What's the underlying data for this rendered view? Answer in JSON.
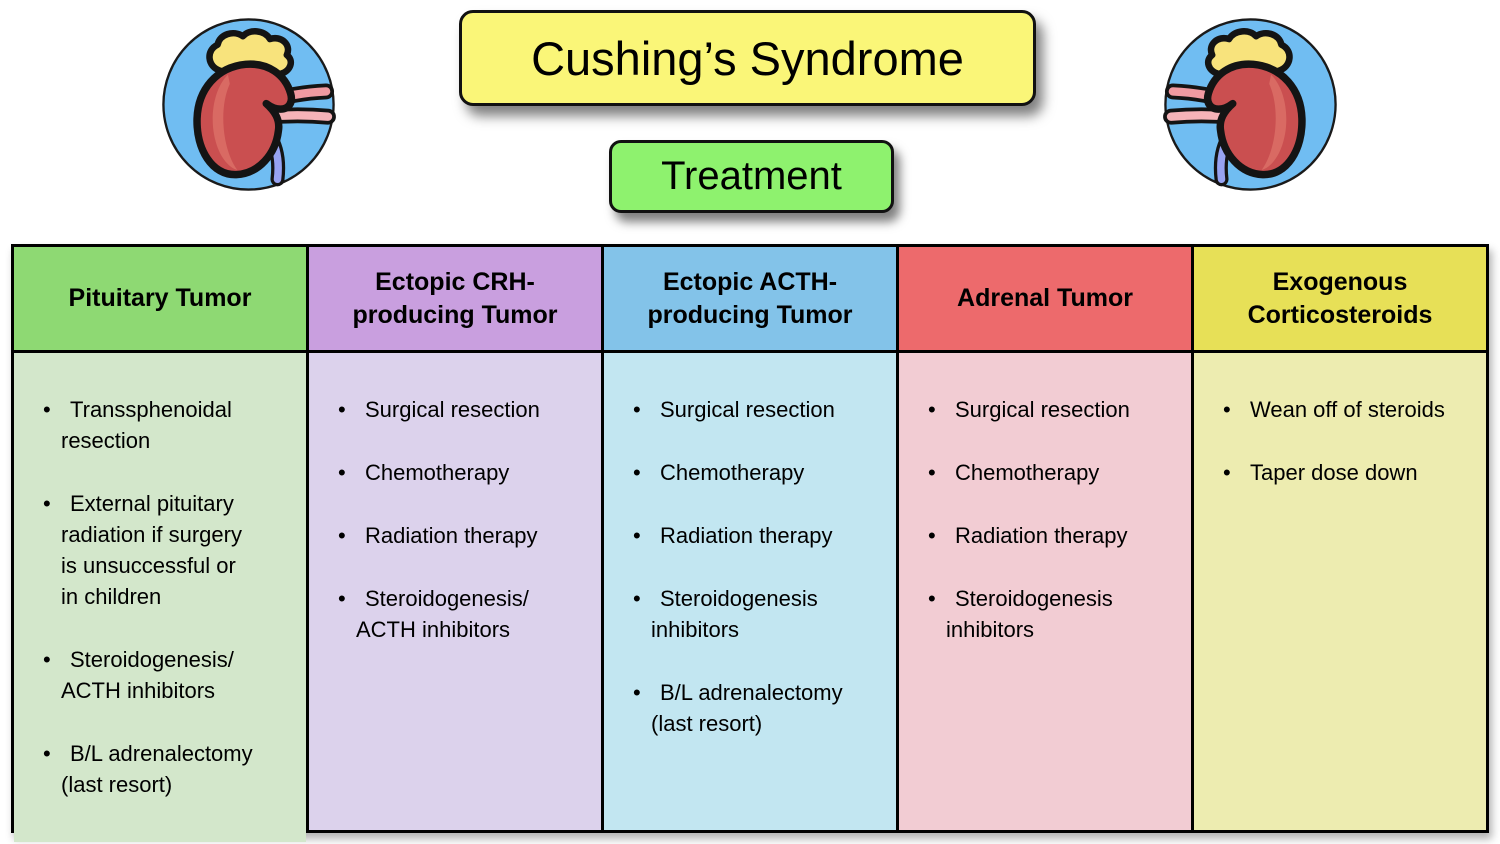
{
  "title_box": {
    "label": "Cushing’s Syndrome",
    "bg": "#faf678",
    "border": "#111111"
  },
  "subtitle_box": {
    "label": "Treatment",
    "bg": "#8ef26e",
    "border": "#111111"
  },
  "kidney_icon": {
    "name": "kidney-with-adrenal-gland",
    "circle_bg": "#70bdf2",
    "kidney_color": "#ca4f50",
    "kidney_highlight": "#d96a63",
    "adrenal_color": "#f8e37c",
    "artery_color": "#f09aa1",
    "vein_color": "#f5b3b8",
    "ureter_color": "#97a3f2",
    "outline_color": "#141414"
  },
  "table": {
    "columns": [
      {
        "header": "Pituitary Tumor",
        "header_bg": "#8ed973",
        "body_bg": "#d3e7cb",
        "items": [
          "Transsphenoidal\nresection",
          "External pituitary\nradiation if surgery\nis unsuccessful or\nin children",
          "Steroidogenesis/\nACTH inhibitors",
          "B/L adrenalectomy\n(last resort)"
        ]
      },
      {
        "header": "Ectopic CRH-\nproducing Tumor",
        "header_bg": "#c99fdf",
        "body_bg": "#dcd2ec",
        "items": [
          "Surgical resection",
          "Chemotherapy",
          "Radiation therapy",
          "Steroidogenesis/\nACTH inhibitors"
        ]
      },
      {
        "header": "Ectopic ACTH-\nproducing Tumor",
        "header_bg": "#83c3e9",
        "body_bg": "#c2e6f1",
        "items": [
          "Surgical resection",
          "Chemotherapy",
          "Radiation therapy",
          "Steroidogenesis\ninhibitors",
          "B/L adrenalectomy\n(last resort)"
        ]
      },
      {
        "header": "Adrenal Tumor",
        "header_bg": "#ed6a6c",
        "body_bg": "#f2ccd3",
        "items": [
          "Surgical resection",
          "Chemotherapy",
          "Radiation therapy",
          "Steroidogenesis\ninhibitors"
        ]
      },
      {
        "header": "Exogenous\nCorticosteroids",
        "header_bg": "#e7e057",
        "body_bg": "#edecb0",
        "items": [
          "Wean off of steroids",
          "Taper dose down"
        ]
      }
    ]
  }
}
